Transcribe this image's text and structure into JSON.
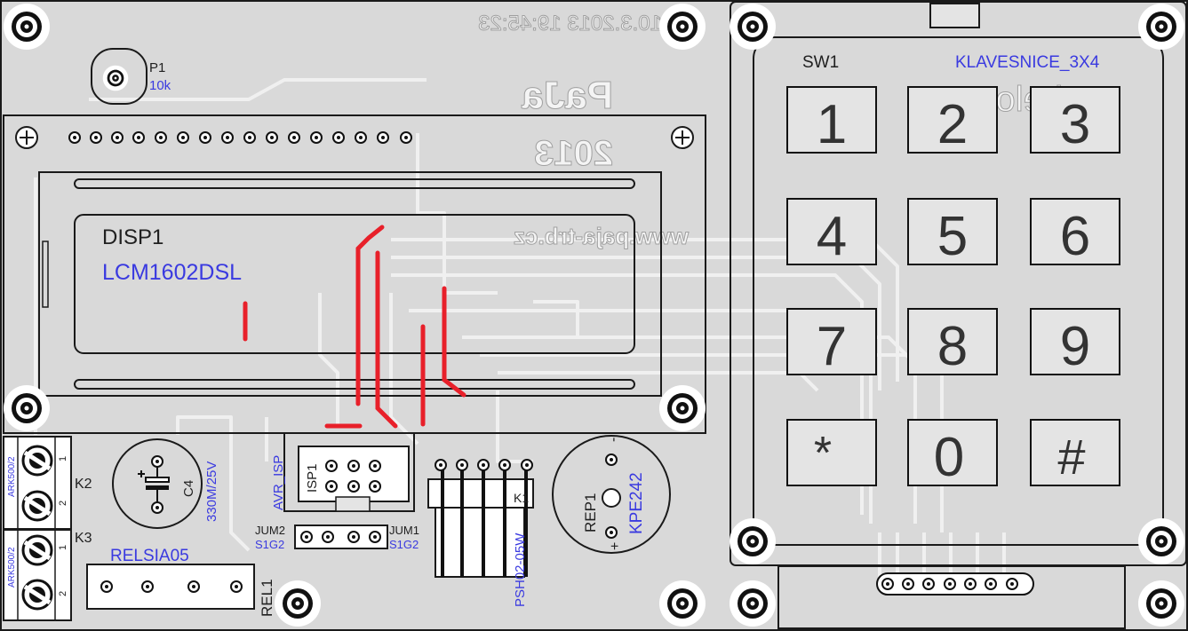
{
  "board": {
    "date_stamp": "10.3.2013 19:45:23",
    "author": "PaJa",
    "year": "2013",
    "website": "www.paja-trb.cz",
    "title_mirror": "Kabelo-nety",
    "colors": {
      "background": "#d9d9d9",
      "trace": "#f0f0f0",
      "outline": "#1a1a1a",
      "ref_label": "#202020",
      "value_label": "#3a3ae0",
      "red_trace": "#e8202a"
    }
  },
  "components": {
    "p1": {
      "ref": "P1",
      "value": "10k"
    },
    "display": {
      "ref": "DISP1",
      "value": "LCM1602DSL"
    },
    "keypad": {
      "ref": "SW1",
      "value": "KLAVESNICE_3X4",
      "keys": [
        "1",
        "2",
        "3",
        "4",
        "5",
        "6",
        "7",
        "8",
        "9",
        "*",
        "0",
        "#"
      ]
    },
    "k2": {
      "ref": "K2",
      "value": "ARK500/2",
      "pins": [
        "1",
        "2"
      ]
    },
    "k3": {
      "ref": "K3",
      "value": "ARK500/2",
      "pins": [
        "1",
        "2"
      ]
    },
    "c4": {
      "ref": "C4",
      "value": "330M/25V"
    },
    "isp": {
      "ref": "ISP1",
      "value": "AVR_ISP"
    },
    "jum2": {
      "ref": "JUM2",
      "value": "S1G2"
    },
    "jum1": {
      "ref": "JUM1",
      "value": "S1G2"
    },
    "k1": {
      "ref": "K1",
      "value": "PSH02-05W"
    },
    "rep1": {
      "ref": "REP1",
      "value": "KPE242",
      "minus": "-",
      "plus": "+"
    },
    "rel1": {
      "ref": "REL1",
      "value": "RELSIA05"
    }
  }
}
